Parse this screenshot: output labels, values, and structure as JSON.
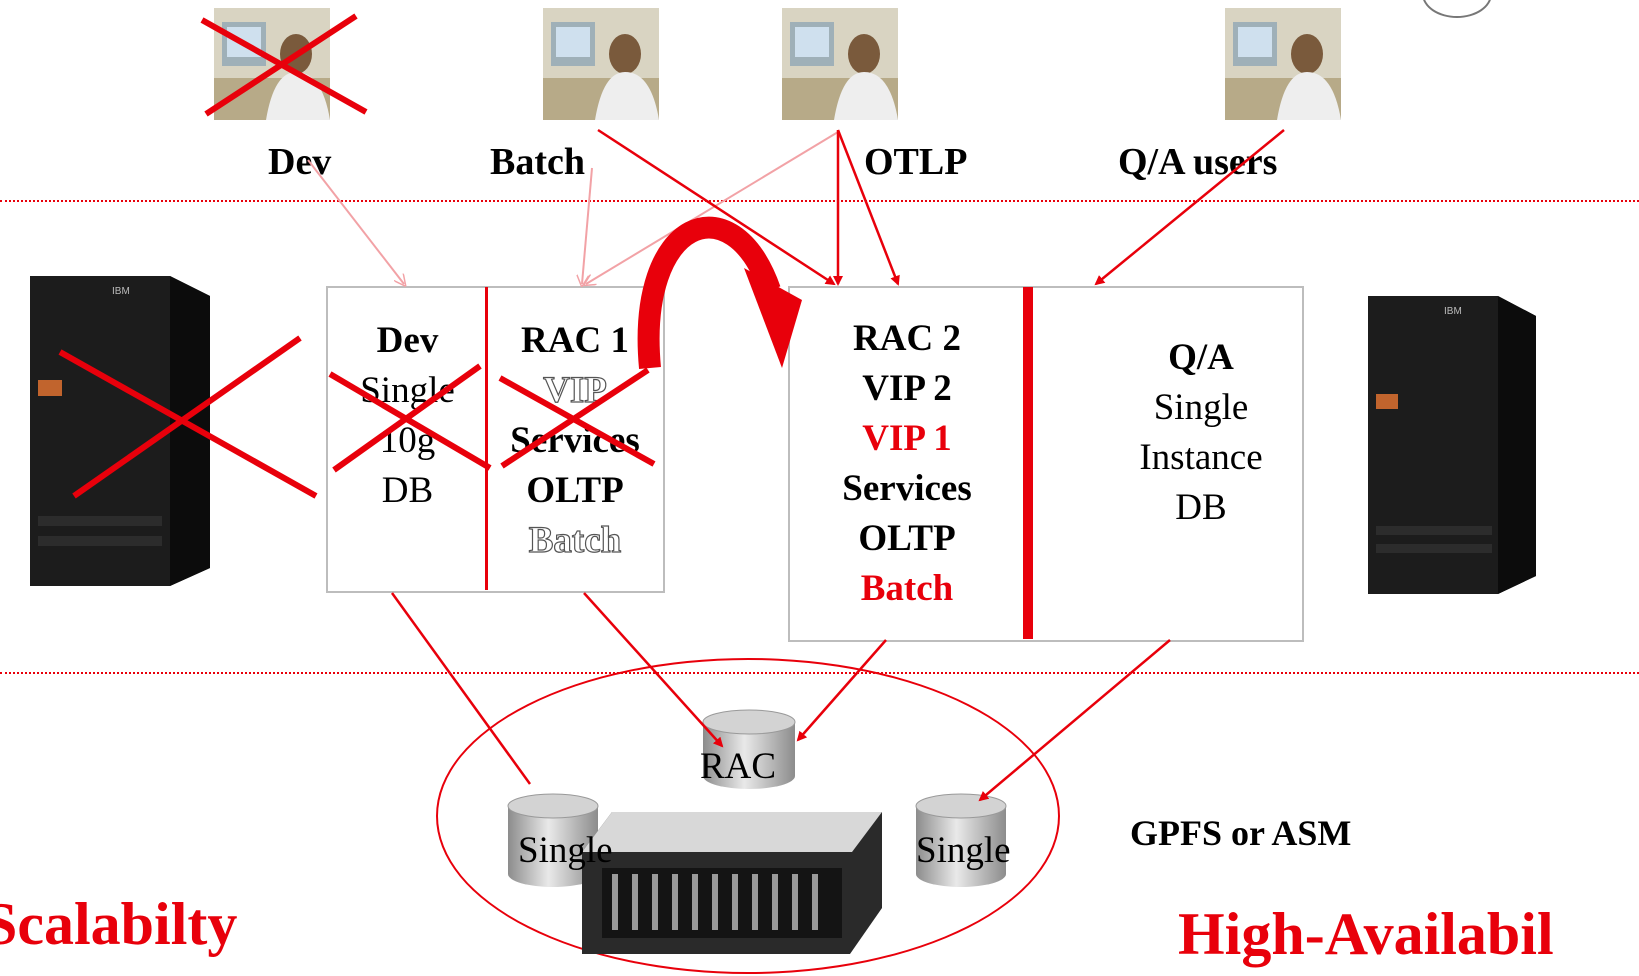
{
  "users": {
    "dev": "Dev",
    "batch": "Batch",
    "otlp": "OTLP",
    "qa": "Q/A users"
  },
  "box1": {
    "dev": {
      "title": "Dev",
      "line1": "Single",
      "line2": "10g",
      "line3": "DB"
    },
    "rac1": {
      "title": "RAC 1",
      "line1": "VIP",
      "line2": "Services",
      "line3": "OLTP",
      "line4": "Batch"
    }
  },
  "box2": {
    "rac2": {
      "title": "RAC 2",
      "line1": "VIP 2",
      "line2": "VIP 1",
      "line3": "Services",
      "line4": "OLTP",
      "line5": "Batch"
    },
    "qa": {
      "title": "Q/A",
      "line1": "Single",
      "line2": "Instance",
      "line3": "DB"
    }
  },
  "storage": {
    "rac": "RAC",
    "single_left": "Single",
    "single_right": "Single",
    "fs": "GPFS or ASM"
  },
  "footer": {
    "left": "Scalabilty",
    "right": "High-Availabil"
  },
  "colors": {
    "accent": "#e8000b",
    "border": "#bdbdbd"
  }
}
